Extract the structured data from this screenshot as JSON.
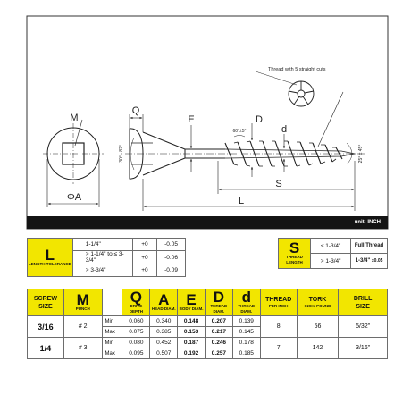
{
  "drawing": {
    "labels": {
      "m": "M",
      "q": "Q",
      "e": "E",
      "d_upper": "D",
      "d_lower": "d",
      "s": "S",
      "l": "L",
      "phi_a": "ΦA",
      "head_angle": "30° - 82°",
      "thread_angle": "60°±5°",
      "tip_angle": "25° ± 45°",
      "thread_note": "Thread with 5 straight cuts"
    },
    "unit": "unit: INCH"
  },
  "length_tolerance": {
    "letter": "L",
    "caption": "LENGTH TOLERANCE",
    "rows": [
      {
        "range": "1-1/4\"",
        "plus": "+0",
        "minus": "-0.05"
      },
      {
        "range": "> 1-1/4\" to ≤ 3-3/4\"",
        "plus": "+0",
        "minus": "-0.06"
      },
      {
        "range": "> 3-3/4\"",
        "plus": "+0",
        "minus": "-0.09"
      }
    ]
  },
  "thread_length": {
    "letter": "S",
    "caption": "THREAD LENGTH",
    "rows": [
      {
        "range": "≤ 1-3/4\"",
        "value": "Full Thread"
      },
      {
        "range": "> 1-3/4\"",
        "value": "1-3/4\"",
        "tol": "±0.05"
      }
    ]
  },
  "spec_table": {
    "headers": {
      "screw": "SCREW",
      "size": "SIZE",
      "m": "M",
      "m_sub": "PUNCH",
      "q": "Q",
      "q_sub": "DRIVE DEPTH",
      "a": "A",
      "a_sub": "HEAD DIAM.",
      "e": "E",
      "e_sub": "BODY DIAM.",
      "d_upper": "D",
      "d_upper_sub": "THREAD DIAM.",
      "d_lower": "d",
      "d_lower_sub": "THREAD DIAM.",
      "thread": "THREAD",
      "thread_sub": "PER INCH",
      "tork": "TORK",
      "tork_sub": "INCH/ POUND",
      "drill": "DRILL",
      "drill_sub": "SIZE"
    },
    "rows": [
      {
        "size": "3/16",
        "m": "# 2",
        "thread": "8",
        "tork": "56",
        "drill": "5/32\"",
        "min": {
          "label": "Min",
          "q": "0.060",
          "a": "0.340",
          "e": "0.148",
          "dd": "0.207",
          "d": "0.139"
        },
        "max": {
          "label": "Max",
          "q": "0.075",
          "a": "0.385",
          "e": "0.153",
          "dd": "0.217",
          "d": "0.145"
        }
      },
      {
        "size": "1/4",
        "m": "# 3",
        "thread": "7",
        "tork": "142",
        "drill": "3/16\"",
        "min": {
          "label": "Min",
          "q": "0.080",
          "a": "0.452",
          "e": "0.187",
          "dd": "0.246",
          "d": "0.178"
        },
        "max": {
          "label": "Max",
          "q": "0.095",
          "a": "0.507",
          "e": "0.192",
          "dd": "0.257",
          "d": "0.185"
        }
      }
    ]
  }
}
